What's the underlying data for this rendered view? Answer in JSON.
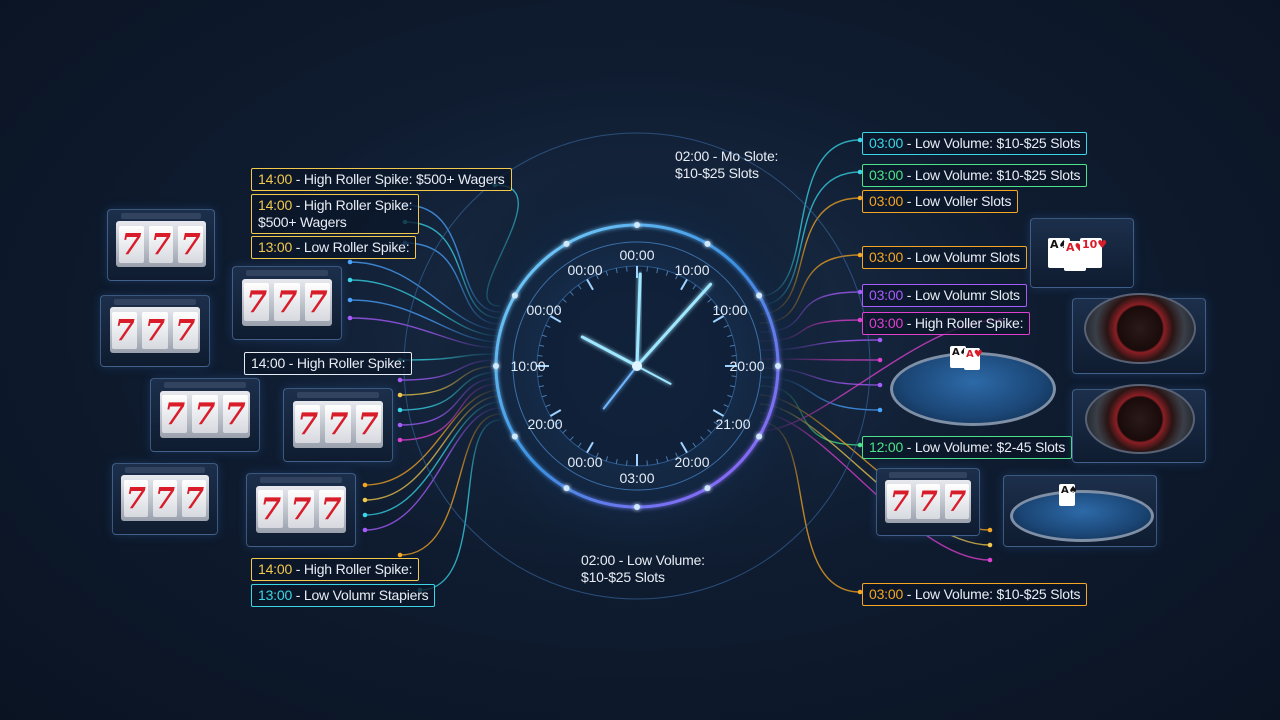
{
  "colors": {
    "background": "#0f1c30",
    "cyan": "#3ad6e8",
    "blue": "#4aa3ff",
    "purple": "#a85cff",
    "magenta": "#e040d0",
    "yellow": "#f2c94c",
    "orange": "#f5a623",
    "green": "#4be38a",
    "slot_seven": "#d81c2a"
  },
  "clock": {
    "outer_labels": [
      "00:00",
      "10:00",
      "10:00",
      "20:00",
      "21:00",
      "20:00",
      "03:00",
      "00:00",
      "20:00",
      "10:00",
      "00:00",
      "00:00"
    ],
    "hour_hand_to": "10",
    "minute_hand_to": "2"
  },
  "left_labels": [
    {
      "time": "14:00",
      "text": " - High Roller Spike: $500+ Wagers",
      "color": "yellow",
      "boxed": true
    },
    {
      "time": "14:00",
      "text": " - High Roller Spike:",
      "line2": "$500+ Wagers",
      "color": "yellow",
      "boxed": true
    },
    {
      "time": "13:00",
      "text": " - Low Roller Spike:",
      "color": "yellow",
      "boxed": true
    },
    {
      "time": "14:00",
      "text": " - High Roller Spike:",
      "color": "white",
      "boxed": true
    },
    {
      "time": "14:00",
      "text": " - High Roller Spike:",
      "color": "yellow",
      "boxed": true
    },
    {
      "time": "13:00",
      "text": " - Low Volumr Stapiers",
      "color": "cyan",
      "boxed": true
    }
  ],
  "top_center_label": {
    "time": "02:00",
    "text": " - Mo Slote:",
    "line2": "$10-$25 Slots"
  },
  "bottom_center_label": {
    "time": "02:00",
    "text": " - Low Volume:",
    "line2": "$10-$25 Slots"
  },
  "right_labels": [
    {
      "time": "03:00",
      "text": " - Low Volume: $10-$25 Slots",
      "color": "cyan",
      "boxed": true
    },
    {
      "time": "03:00",
      "text": " - Low Volume: $10-$25 Slots",
      "color": "green",
      "boxed": true
    },
    {
      "time": "03:00",
      "text": " - Low Voller Slots",
      "color": "orange",
      "boxed": true
    },
    {
      "time": "03:00",
      "text": " - Low Volumr Slots",
      "color": "orange",
      "boxed": true
    },
    {
      "time": "03:00",
      "text": " - Low Volumr Slots",
      "color": "purple",
      "boxed": true
    },
    {
      "time": "03:00",
      "text": " - High Roller Spike:",
      "color": "magenta",
      "boxed": true
    },
    {
      "time": "12:00",
      "text": " - Low Volume: $2-45 Slots",
      "color": "green",
      "boxed": true
    },
    {
      "time": "03:00",
      "text": " - Low Volume: $10-$25 Slots",
      "color": "orange",
      "boxed": true
    }
  ],
  "slot_symbol": "7",
  "cards": [
    "A♠",
    "A♥",
    "10♥",
    "A♠",
    "A♥"
  ]
}
